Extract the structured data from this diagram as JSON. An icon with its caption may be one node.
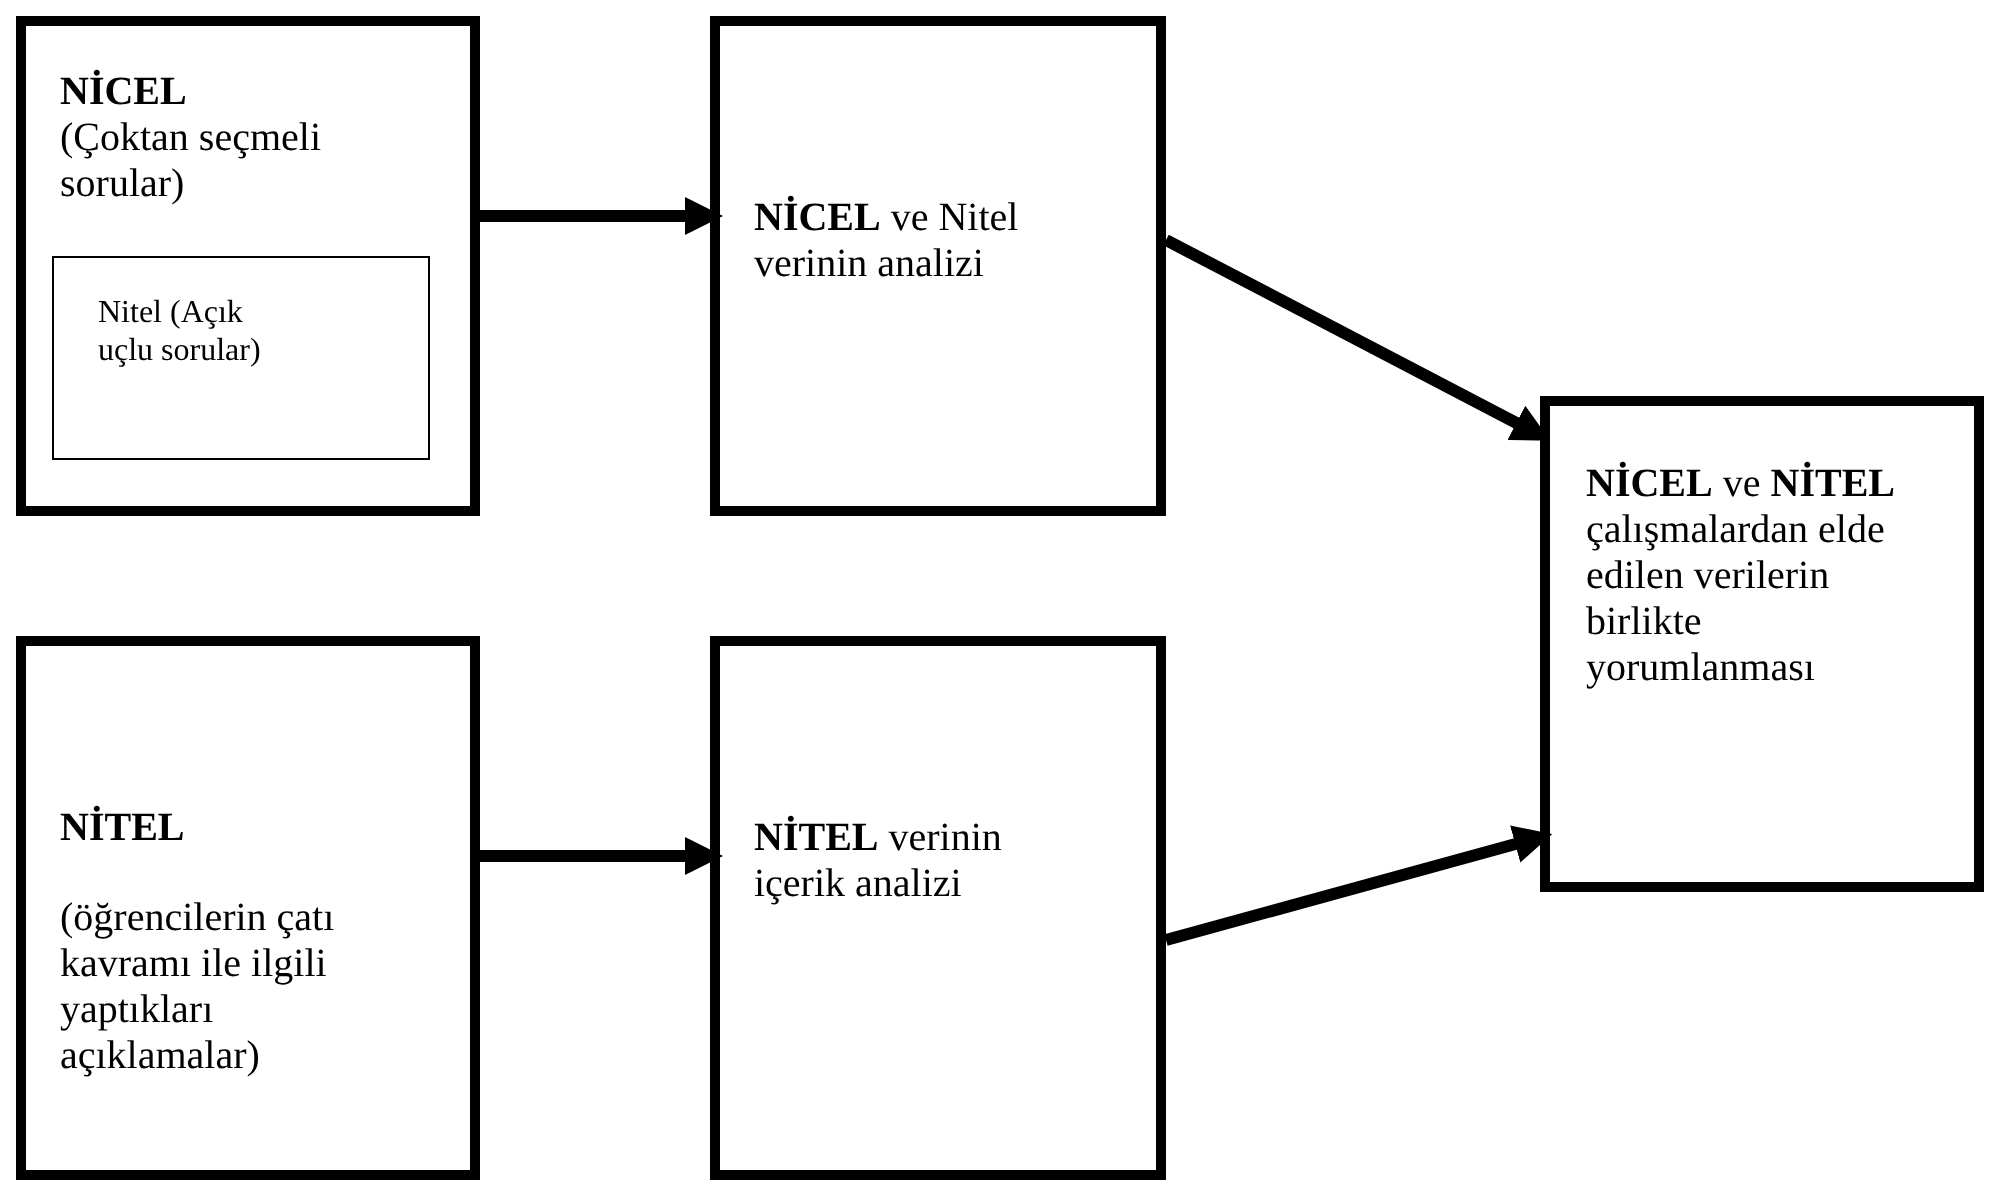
{
  "diagram": {
    "nodes": [
      {
        "text": [
          "NİCEL",
          "(Çoktan seçmeli sorular)"
        ]
      },
      {
        "text": [
          "Nitel (Açık uçlu sorular)"
        ],
        "in": 0
      },
      {
        "text": [
          "**NİCEL** ve Nitel verinin analizi"
        ]
      },
      {
        "text": [
          "NİTEL",
          "(öğrencilerin çatı kavramı ile ilgili yaptıkları açıklamalar)"
        ]
      },
      {
        "text": [
          "**NİTEL** verinin içerik analizi"
        ]
      },
      {
        "text": [
          "**NİCEL** ve **NİTEL** çalışmalardan elde edilen verilerin birlikte yorumlanması"
        ]
      }
    ],
    "edges": [
      {
        "from": 0,
        "to": 2,
        "arrow": "to"
      },
      {
        "from": 2,
        "to": 5,
        "arrow": "to"
      },
      {
        "from": 3,
        "to": 4,
        "arrow": "to"
      },
      {
        "from": 4,
        "to": 5,
        "arrow": "to"
      }
    ]
  }
}
